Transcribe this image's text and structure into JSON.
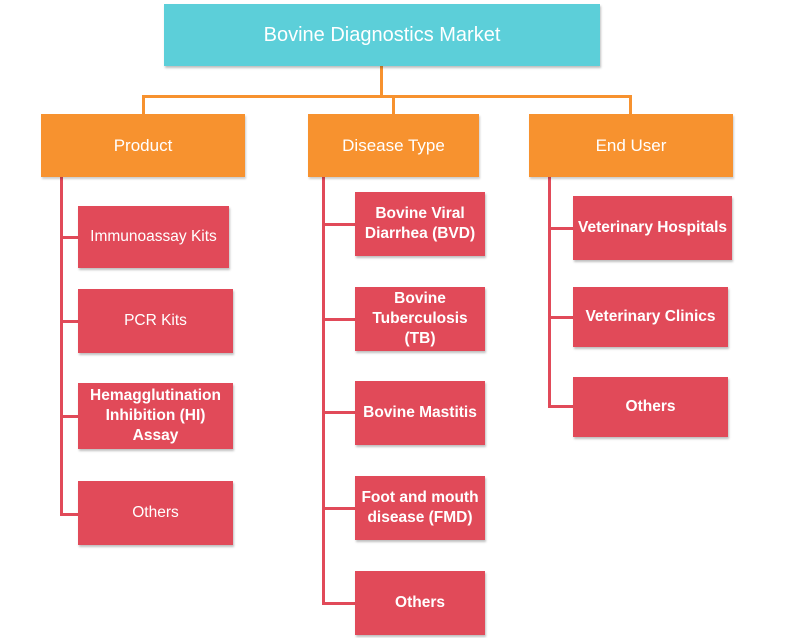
{
  "root": {
    "label": "Bovine Diagnostics Market"
  },
  "categories": [
    {
      "label": "Product",
      "items": [
        "Immunoassay Kits",
        "PCR Kits",
        "Hemagglutination Inhibition (HI) Assay",
        "Others"
      ]
    },
    {
      "label": "Disease Type",
      "items": [
        "Bovine Viral Diarrhea (BVD)",
        "Bovine Tuberculosis (TB)",
        "Bovine Mastitis",
        "Foot and mouth disease (FMD)",
        "Others"
      ]
    },
    {
      "label": "End User",
      "items": [
        "Veterinary Hospitals",
        "Veterinary Clinics",
        "Others"
      ]
    }
  ],
  "colors": {
    "root": "#5ccfd9",
    "category": "#f7922f",
    "leaf": "#e14a59",
    "text": "#ffffff"
  }
}
